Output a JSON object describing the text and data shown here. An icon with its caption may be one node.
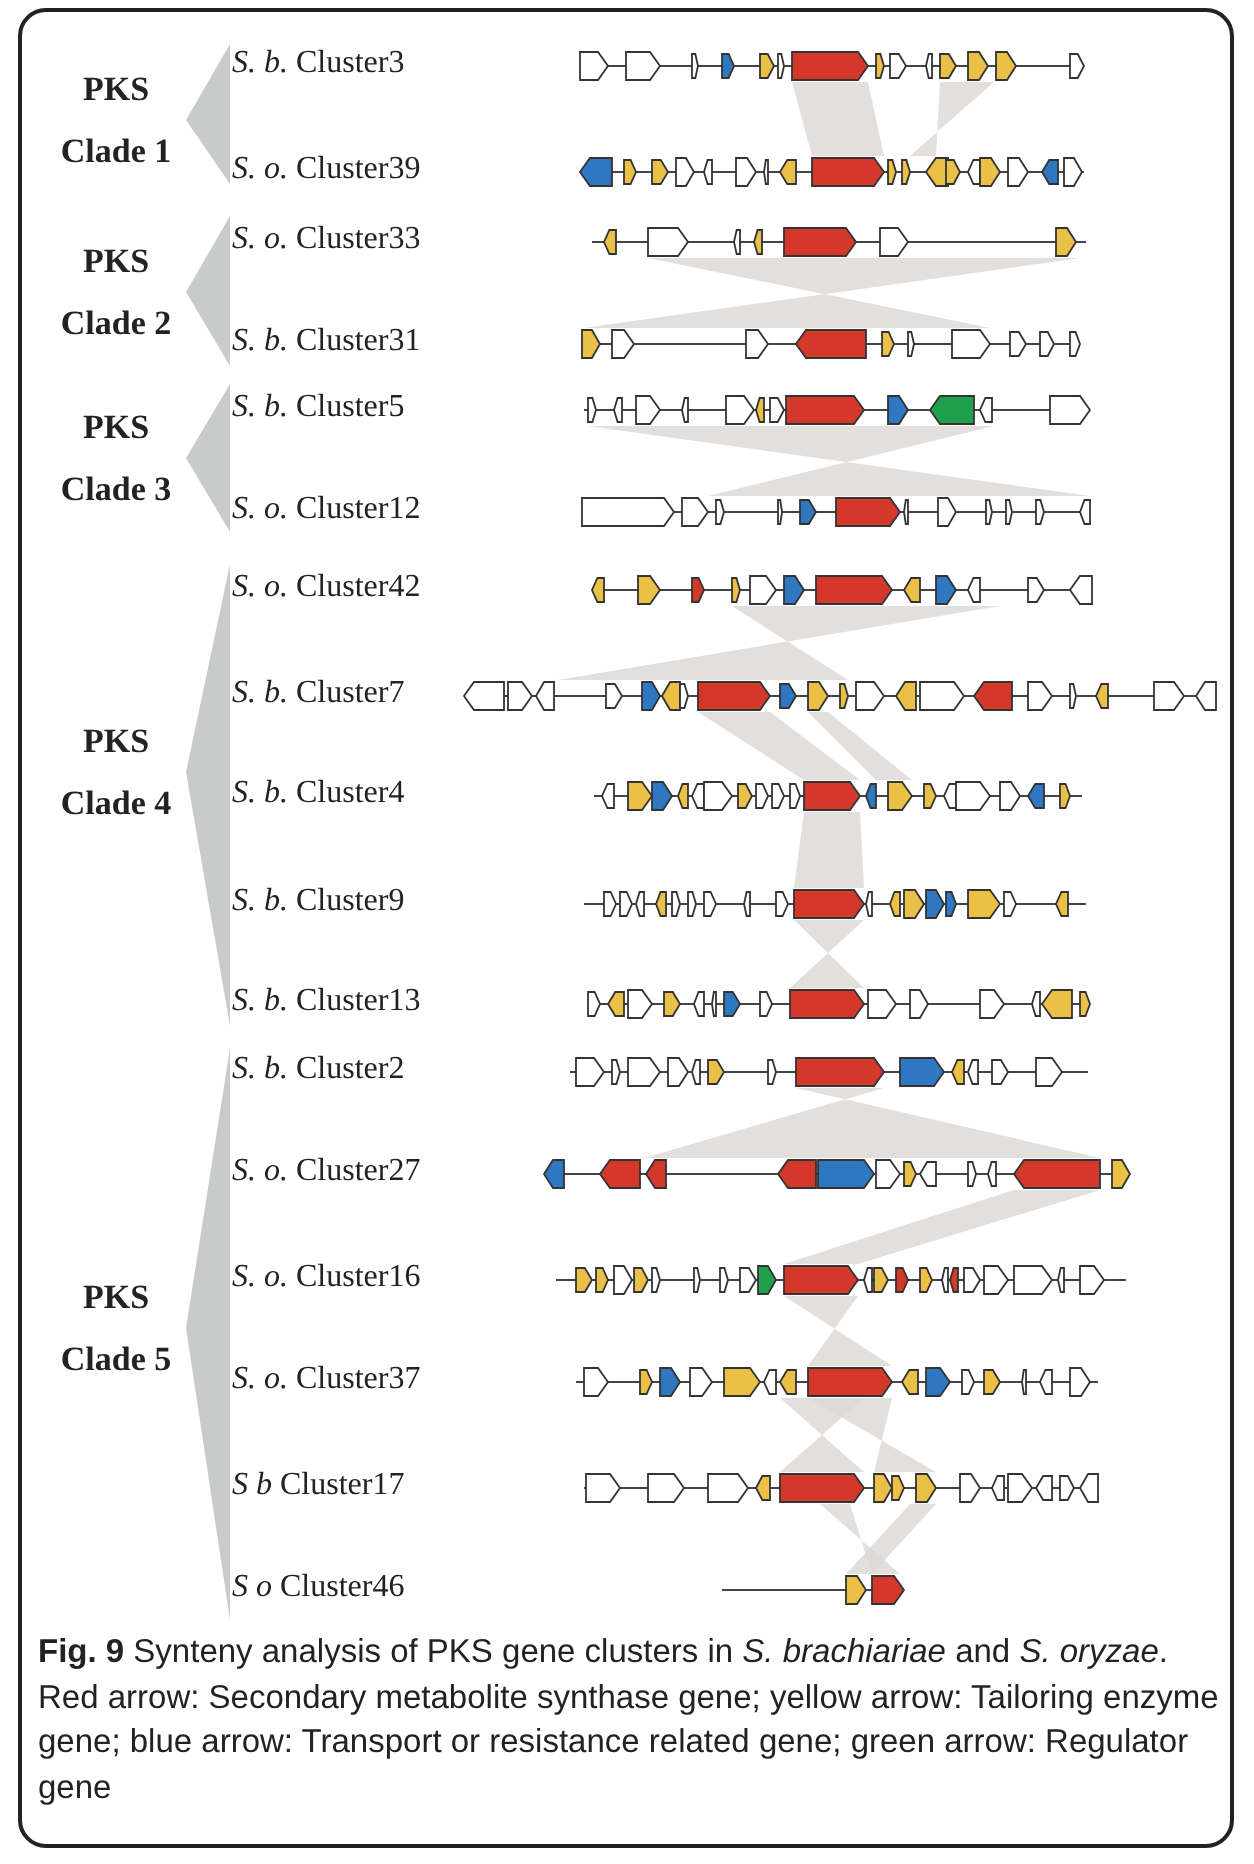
{
  "diagram": {
    "caption": "**Fig. 9** Synteny analysis of PKS gene clusters in *S. brachiariae* and *S. oryzae*. Red arrow: Secondary metabolite synthase gene; yellow arrow: Tailoring enzyme gene; blue arrow: Transport or resistance related gene; green arrow: Regulator gene",
    "labels": [
      "PKS Clade 1",
      "*S. b.* Cluster3",
      "*S. o.* Cluster39",
      "PKS Clade 2",
      "*S. o.* Cluster33",
      "*S. b.* Cluster31",
      "PKS Clade 3",
      "*S. b.* Cluster5",
      "*S. o.* Cluster12",
      "PKS Clade 4",
      "*S. o.* Cluster42",
      "*S. b.* Cluster7",
      "*S. b.* Cluster4",
      "*S. b.* Cluster9",
      "*S. b.* Cluster13",
      "PKS Clade 5",
      "*S. b.* Cluster2",
      "*S. o.* Cluster27",
      "*S. o.* Cluster16",
      "*S. o.* Cluster37",
      "*S b* Cluster17",
      "*S o* Cluster46"
    ]
  }
}
